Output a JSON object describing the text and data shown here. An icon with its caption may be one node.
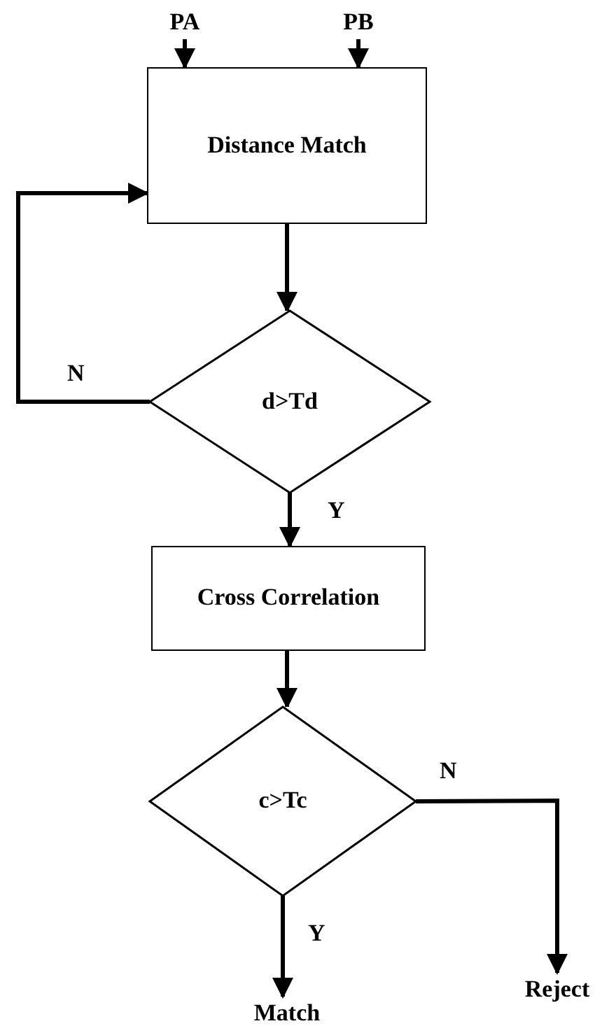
{
  "diagram": {
    "nodes": [
      {
        "text": [
          "PA"
        ]
      },
      {
        "text": [
          "PB"
        ]
      },
      {
        "text": [
          "Distance Match"
        ]
      },
      {
        "text": [
          "d>Td"
        ]
      },
      {
        "text": [
          "Cross Correlation"
        ]
      },
      {
        "text": [
          "c>Tc"
        ]
      },
      {
        "text": [
          "Match"
        ]
      },
      {
        "text": [
          "Reject"
        ]
      }
    ],
    "edges": [
      {
        "from": 0,
        "to": 2,
        "arrow": "to"
      },
      {
        "from": 1,
        "to": 2,
        "arrow": "to"
      },
      {
        "from": 2,
        "to": 3,
        "arrow": "to"
      },
      {
        "from": 3,
        "to": 2,
        "arrow": "to",
        "label": "N"
      },
      {
        "from": 3,
        "to": 4,
        "arrow": "to",
        "label": "Y"
      },
      {
        "from": 4,
        "to": 5,
        "arrow": "to"
      },
      {
        "from": 5,
        "to": 6,
        "arrow": "to",
        "label": "Y"
      },
      {
        "from": 5,
        "to": 7,
        "arrow": "to",
        "label": "N"
      }
    ]
  }
}
